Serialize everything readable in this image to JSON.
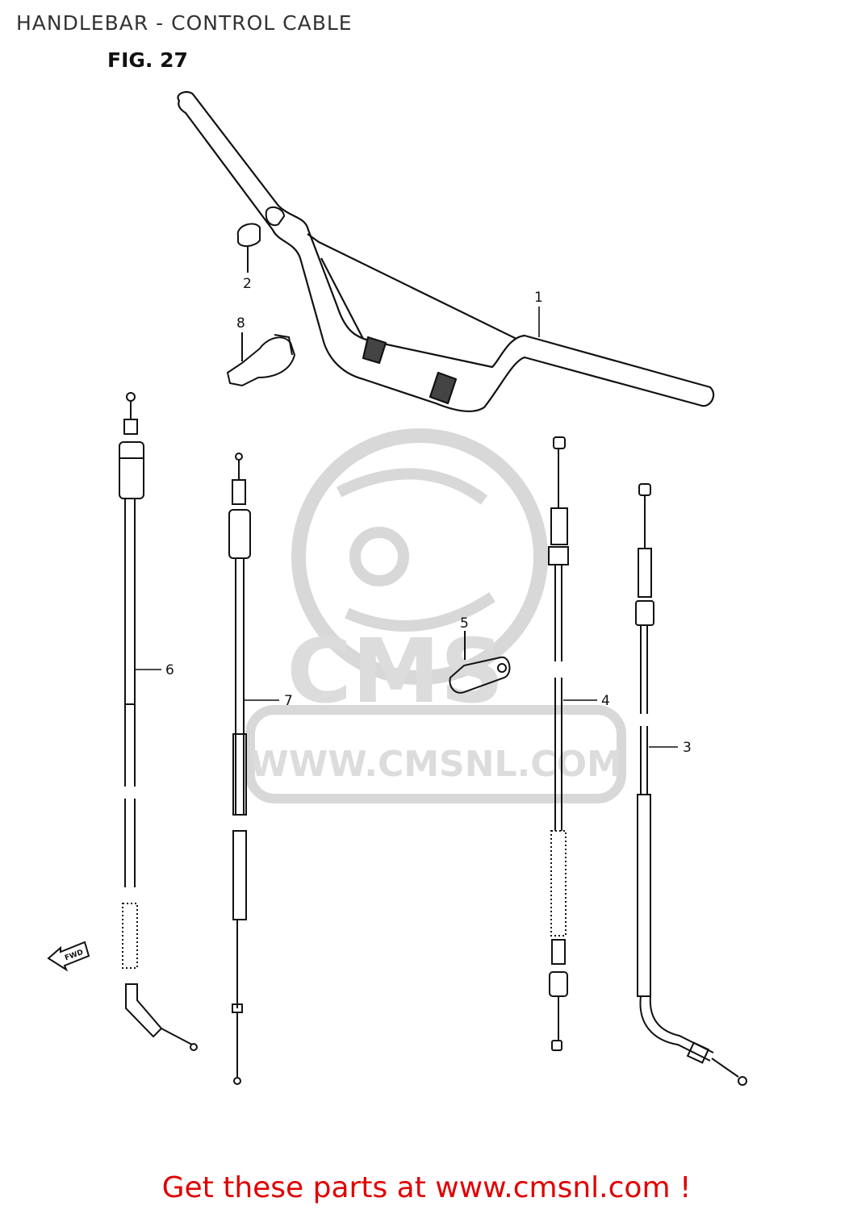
{
  "header": {
    "title": "HANDLEBAR - CONTROL CABLE",
    "figure": "FIG. 27"
  },
  "watermark": {
    "brand": "CMS",
    "url": "WWW.CMSNL.COM",
    "color": "#d8d8d8"
  },
  "callouts": {
    "handlebar": "1",
    "balancer": "2",
    "cable_3": "3",
    "cable_4": "4",
    "clamp": "5",
    "cable_6": "6",
    "cable_7": "7",
    "holder": "8"
  },
  "direction_arrow": "FWD",
  "footer": {
    "link_text": "Get these parts at www.cmsnl.com !",
    "link_color": "#e00000"
  }
}
